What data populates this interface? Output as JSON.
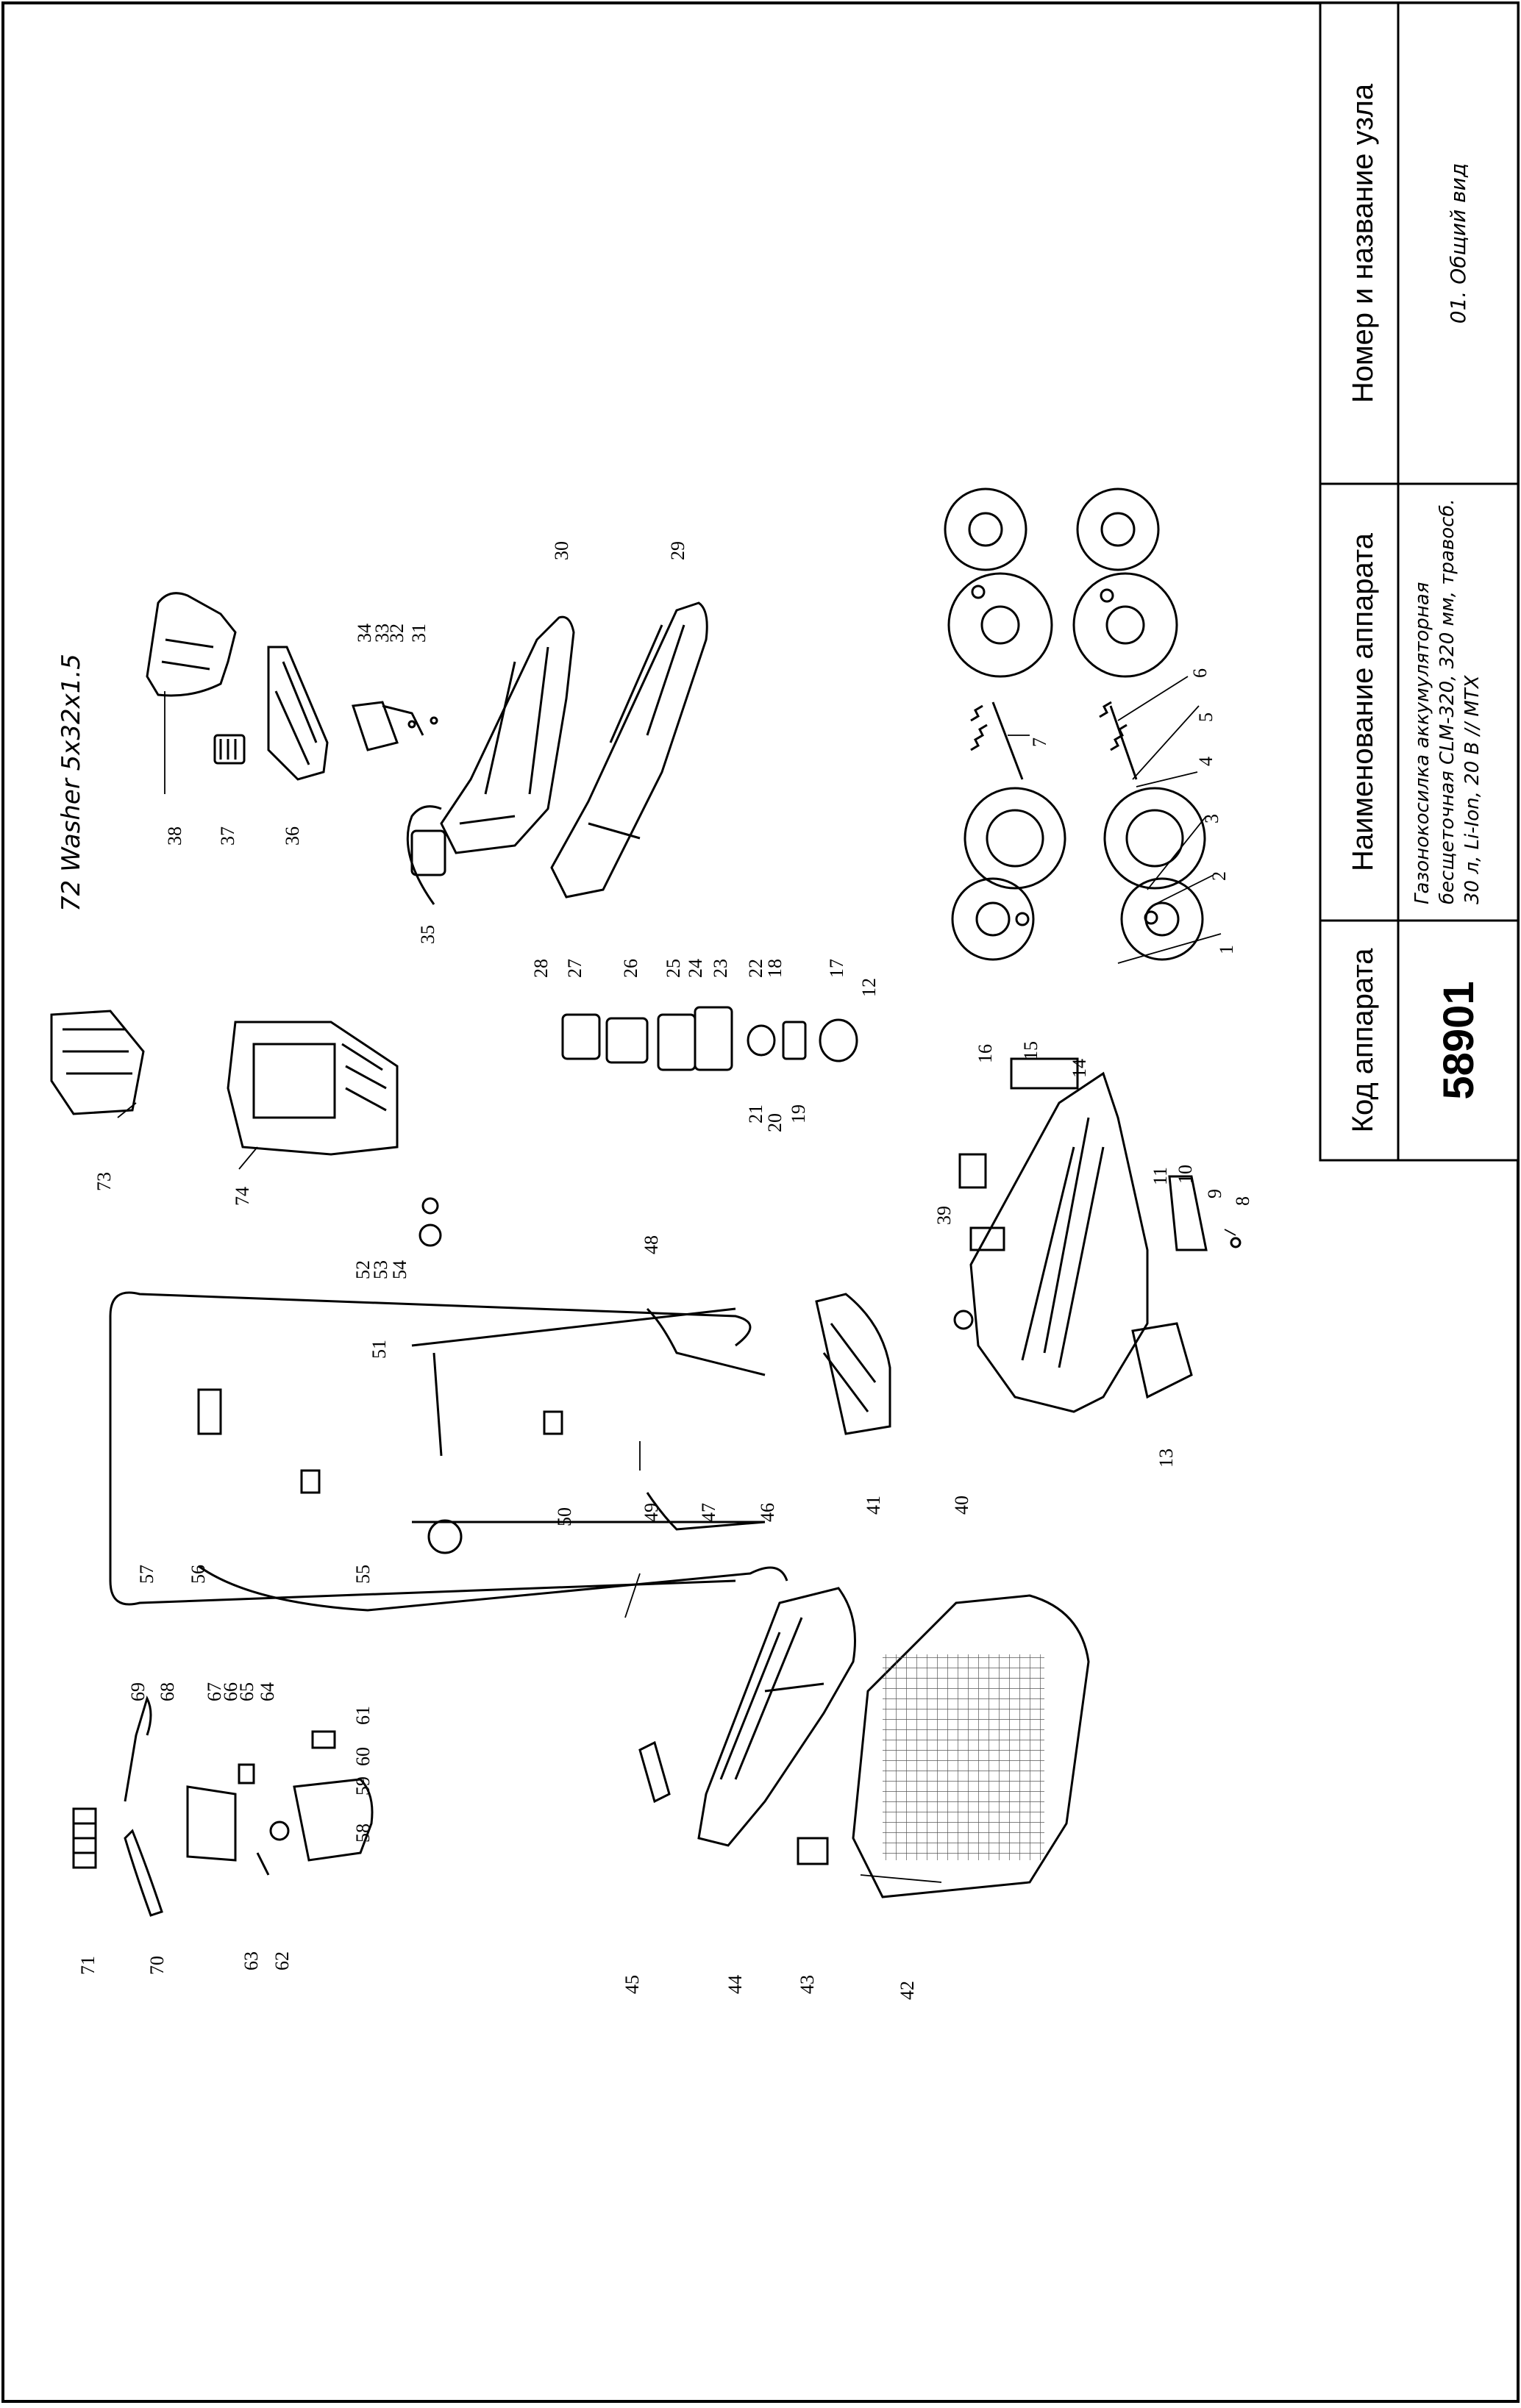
{
  "title_block": {
    "col1_header": "Код аппарата",
    "col1_value": "58901",
    "col2_header": "Наименование аппарата",
    "col2_line1": "Газонокосилка аккумуляторная",
    "col2_line2": "бесщеточная CLM-320, 320 мм, травосб.",
    "col2_line3": "30 л, Li-Ion, 20 В // MTX",
    "col3_header": "Номер и название узла",
    "col3_value": "01. Общий вид"
  },
  "diagram": {
    "note": "72 Washer 5x32x1.5",
    "callouts": [
      "1",
      "2",
      "3",
      "4",
      "5",
      "6",
      "7",
      "8",
      "9",
      "10",
      "11",
      "12",
      "13",
      "14",
      "15",
      "16",
      "17",
      "18",
      "19",
      "20",
      "21",
      "22",
      "23",
      "24",
      "25",
      "26",
      "27",
      "28",
      "29",
      "30",
      "31",
      "32",
      "33",
      "34",
      "35",
      "36",
      "37",
      "38",
      "39",
      "40",
      "41",
      "42",
      "43",
      "44",
      "45",
      "46",
      "47",
      "48",
      "49",
      "50",
      "51",
      "52",
      "53",
      "54",
      "55",
      "56",
      "57",
      "58",
      "59",
      "60",
      "61",
      "62",
      "63",
      "64",
      "65",
      "66",
      "67",
      "68",
      "69",
      "70",
      "71",
      "73",
      "74"
    ]
  },
  "colors": {
    "ink": "#000000",
    "paper": "#ffffff",
    "hatch": "#555555"
  }
}
